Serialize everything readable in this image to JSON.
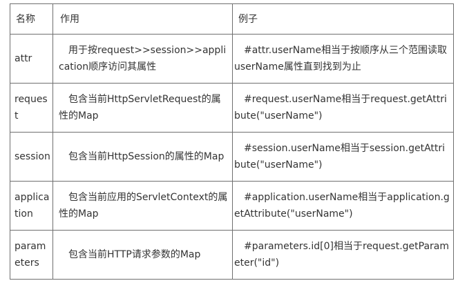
{
  "headers": {
    "name": "名称",
    "use": "作用",
    "example": "例子"
  },
  "rows": [
    {
      "name": "attr",
      "use": "用于按request>>session>>application顺序访问其属性",
      "example": "#attr.userName相当于按顺序从三个范围读取userName属性直到找到为止"
    },
    {
      "name": "request",
      "use": "包含当前HttpServletRequest的属性的Map",
      "example": "#request.userName相当于request.getAttribute(\"userName\")"
    },
    {
      "name": "session",
      "use": "包含当前HttpSession的属性的Map",
      "example": "#session.userName相当于session.getAttribute(\"userName\")"
    },
    {
      "name": "application",
      "use": "包含当前应用的ServletContext的属性的Map",
      "example": "#application.userName相当于application.getAttribute(\"userName\")"
    },
    {
      "name": "parameters",
      "use": "包含当前HTTP请求参数的Map",
      "example": "#parameters.id[0]相当于request.getParameter(\"id\")"
    }
  ]
}
